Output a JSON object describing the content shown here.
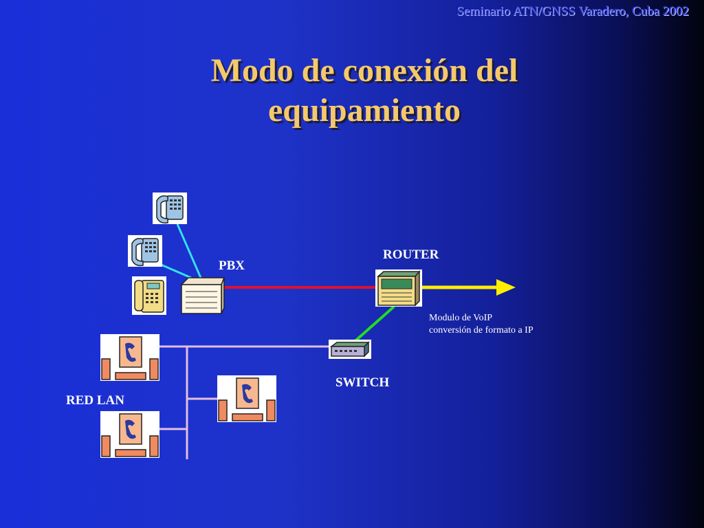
{
  "header": "Seminario ATN/GNSS Varadero, Cuba 2002",
  "title_line1": "Modo de conexión del",
  "title_line2": "equipamiento",
  "labels": {
    "pbx": "PBX",
    "router": "ROUTER",
    "switch": "SWITCH",
    "red_lan": "RED LAN"
  },
  "note_line1": "Modulo de VoIP",
  "note_line2": "conversión de formato a IP",
  "colors": {
    "pbx_router_link": "#e0102e",
    "router_out_link": "#ffee00",
    "router_switch_link": "#22dd22",
    "phone_links": "#35e0f0",
    "lan_links": "#e2bfe0"
  }
}
